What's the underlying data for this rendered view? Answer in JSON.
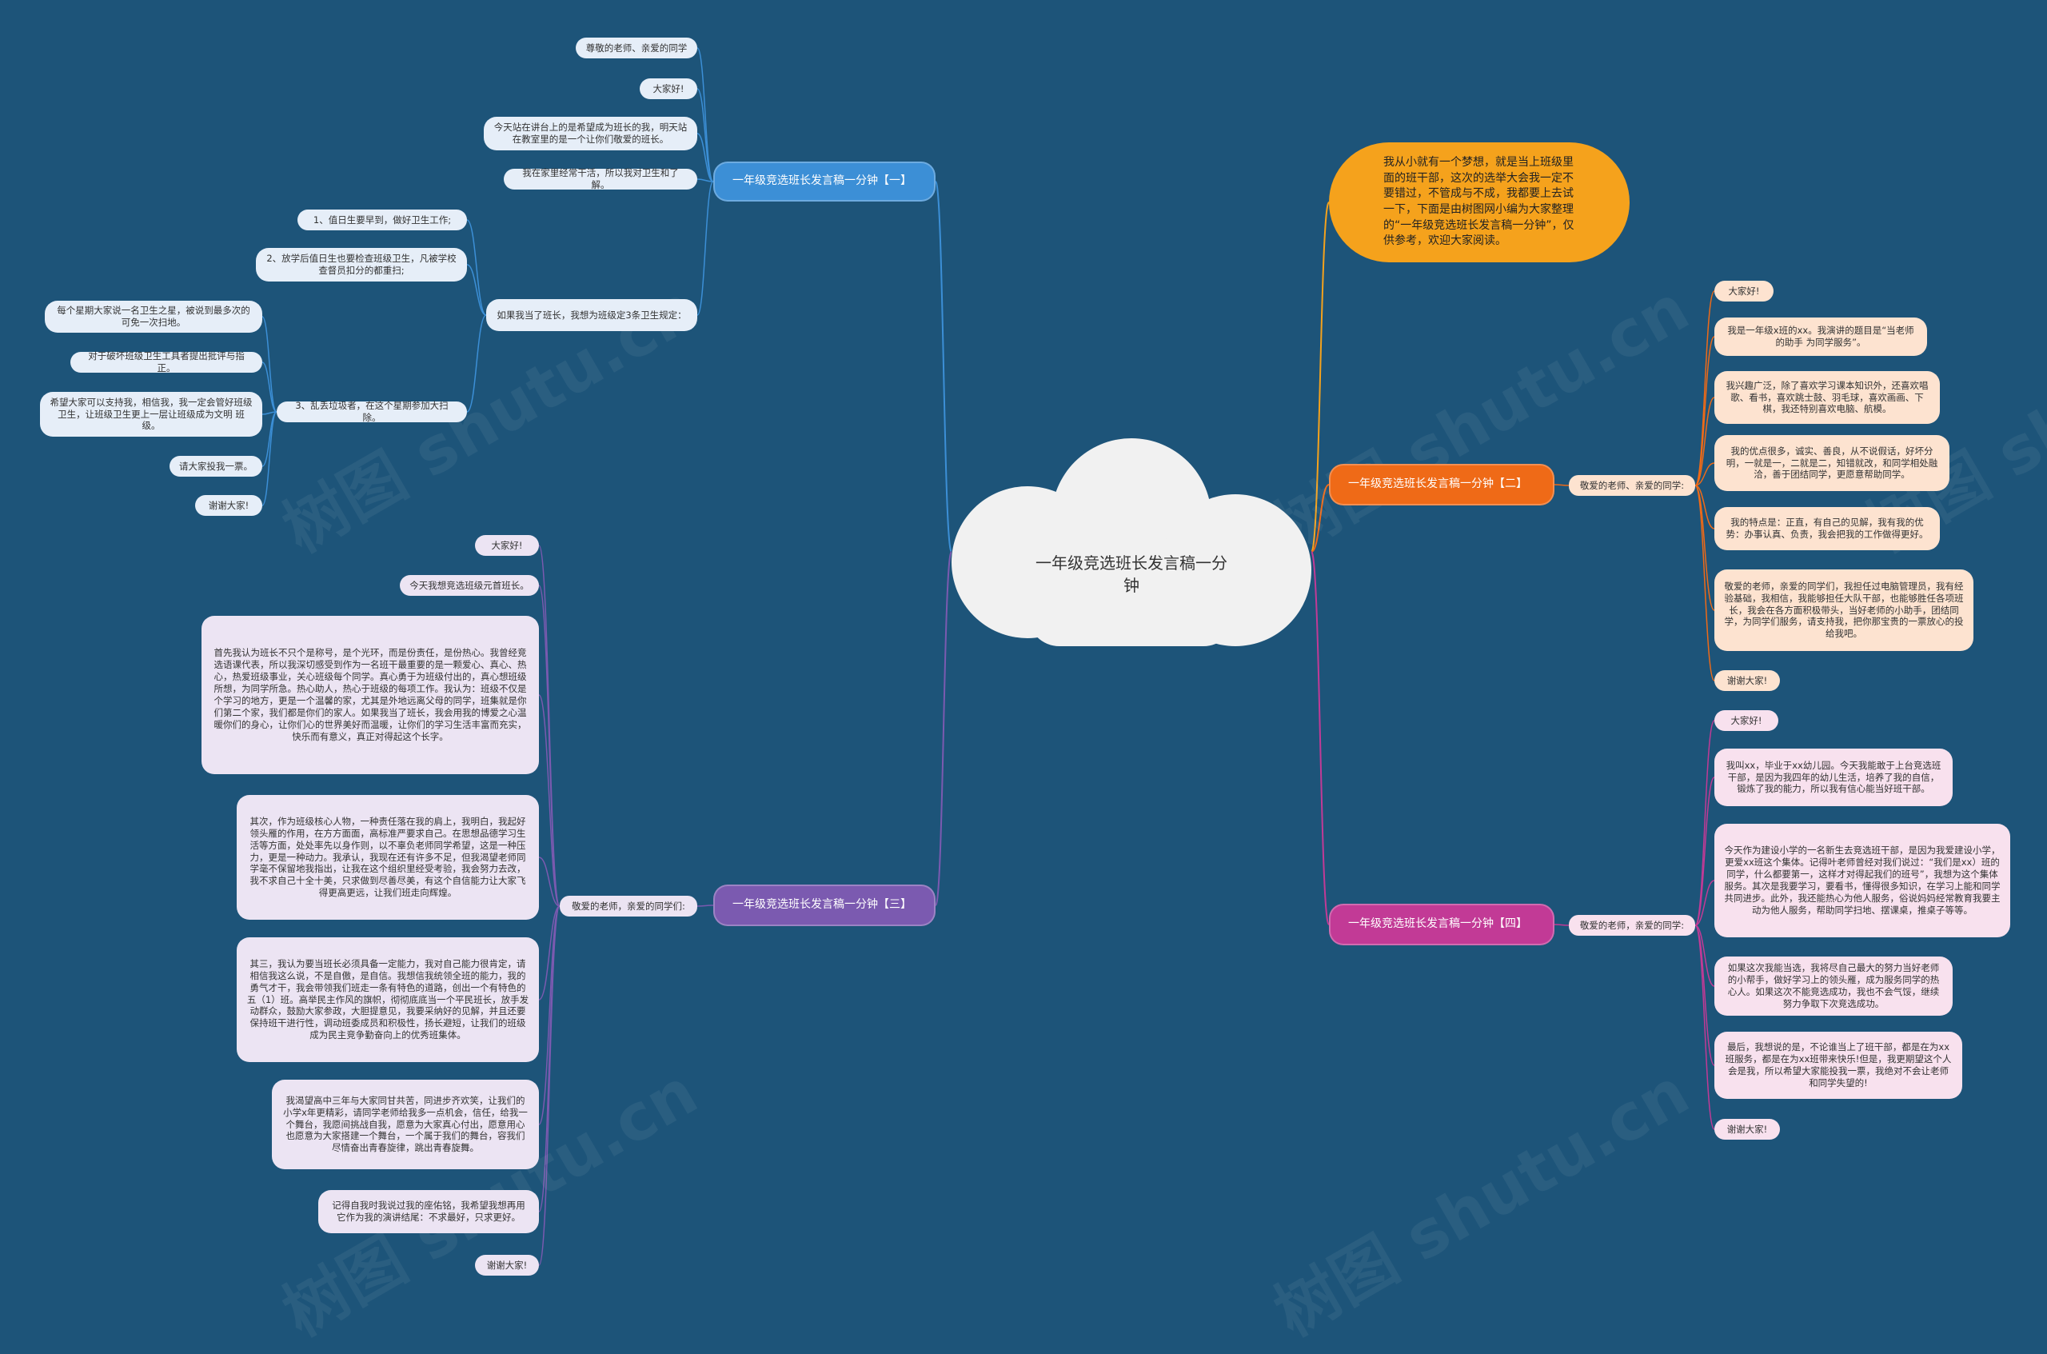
{
  "root": {
    "title": "一年级竞选班长发言稿一分钟"
  },
  "intro": {
    "text": "我从小就有一个梦想，就是当上班级里面的班干部，这次的选举大会我一定不要错过，不管成与不成，我都要上去试一下，下面是由树图网小编为大家整理的“一年级竞选班长发言稿一分钟”，仅供参考，欢迎大家阅读。"
  },
  "branches": {
    "b1": {
      "label": "一年级竞选班长发言稿一分钟【一】",
      "color": "#3c8fd6",
      "items": [
        "尊敬的老师、亲爱的同学",
        "大家好!",
        "今天站在讲台上的是希望成为班长的我，明天站在教室里的是一个让你们敬爱的班长。",
        "我在家里经常干活，所以我对卫生和了解。",
        "如果我当了班长，我想为班级定3条卫生规定：",
        "1、值日生要早到，做好卫生工作;",
        "2、放学后值日生也要检查班级卫生，凡被学校查督员扣分的都重扫;",
        "3、乱丢垃圾者，在这个星期参加大扫除。",
        "每个星期大家说一名卫生之星，被说到最多次的可免一次扫地。",
        "对于破坏班级卫生工具者提出批评与指正。",
        "希望大家可以支持我，相信我，我一定会管好班级卫生，让班级卫生更上一层让班级成为文明 班级。",
        "请大家投我一票。",
        "谢谢大家!"
      ]
    },
    "b2": {
      "label": "一年级竞选班长发言稿一分钟【二】",
      "color": "#ef6a17",
      "mid": "敬爱的老师、亲爱的同学:",
      "items": [
        "大家好!",
        "我是一年级x班的xx。我演讲的题目是“当老师的助手 为同学服务”。",
        "我兴趣广泛，除了喜欢学习课本知识外，还喜欢唱歌、看书，喜欢跳士鼓、羽毛球，喜欢画画、下棋，我还特别喜欢电脑、航模。",
        "我的优点很多，诚实、善良，从不说假话，好坏分明，一就是一，二就是二，知错就改，和同学相处融洽，善于团结同学，更愿意帮助同学。",
        "我的特点是：正直，有自己的见解，我有我的优势：办事认真、负责，我会把我的工作做得更好。",
        "敬爱的老师，亲爱的同学们，我担任过电脑管理员，我有经验基础，我相信，我能够担任大队干部，也能够胜任各项班长，我会在各方面积极带头，当好老师的小助手，团结同学，为同学们服务，请支持我，把你那宝贵的一票放心的投给我吧。",
        "谢谢大家!"
      ]
    },
    "b3": {
      "label": "一年级竞选班长发言稿一分钟【三】",
      "color": "#7b5ab0",
      "mid": "敬爱的老师，亲爱的同学们:",
      "items": [
        "大家好!",
        "今天我想竞选班级元首班长。",
        "首先我认为班长不只个是称号，是个光环，而是份责任，是份热心。我曾经竞选语课代表，所以我深切感受到作为一名班干最重要的是一颗爱心、真心、热心，热爱班级事业，关心班级每个同学。真心勇于为班级付出的，真心想班级所想，为同学所急。热心助人，热心于班级的每项工作。我认为：班级不仅是个学习的地方，更是一个温馨的家，尤其是外地远离父母的同学，班集就是你们第二个家，我们都是你们的家人。如果我当了班长，我会用我的博爱之心温暖你们的身心，让你们心的世界美好而温暖，让你们的学习生活丰富而充实，快乐而有意义，真正对得起这个长字。",
        "其次，作为班级核心人物，一种责任落在我的肩上，我明白，我起好领头雁的作用，在方方面面，高标准严要求自己。在思想品德学习生活等方面，处处率先以身作则，以不辜负老师同学希望，这是一种压力，更是一种动力。我承认，我现在还有许多不足，但我渴望老师同学毫不保留地我指出，让我在这个组织里经受考验，我会努力去改，我不求自己十全十美，只求做到尽善尽美，有这个自信能力让大家飞得更高更远，让我们班走向辉煌。",
        "其三，我认为要当班长必须具备一定能力，我对自己能力很肯定，请相信我这么说，不是自傲，是自信。我想信我统领全班的能力，我的勇气才干，我会带领我们班走一条有特色的道路，创出一个有特色的五（1）班。高举民主作风的旗帜，彻彻底底当一个平民班长，放手发动群众，鼓励大家参政，大胆提意见，我要采纳好的见解，并且还要保持班干进行性，调动班委成员和积极性，扬长避短，让我们的班级成为民主竞争勤奋向上的优秀班集体。",
        "我渴望高中三年与大家同甘共苦，同进步齐欢笑，让我们的小学x年更精彩，请同学老师给我多一点机会，信任，给我一个舞台，我愿间挑战自我，愿意为大家真心付出，愿意用心也愿意为大家搭建一个舞台，一个属于我们的舞台，容我们尽情奋出青春旋律，跳出青春旋舞。",
        "记得自我时我说过我的座佑铭，我希望我想再用它作为我的演讲结尾：不求最好，只求更好。",
        "谢谢大家!"
      ]
    },
    "b4": {
      "label": "一年级竞选班长发言稿一分钟【四】",
      "color": "#c23a96",
      "mid": "敬爱的老师，亲爱的同学:",
      "items": [
        "大家好!",
        "我叫xx，毕业于xx幼儿园。今天我能敢于上台竞选班干部，是因为我四年的幼儿生活，培养了我的自信，锻炼了我的能力，所以我有信心能当好班干部。",
        "今天作为建设小学的一名新生去竞选班干部，是因为我爱建设小学，更爱xx班这个集体。记得叶老师曾经对我们说过：“我们是xx）班的同学，什么都要第一，这样才对得起我们的班号”，我想为这个集体服务。其次是我要学习，要看书，懂得很多知识，在学习上能和同学共同进步。此外，我还能热心为他人服务，俗说妈妈经常教育我要主动为他人服务，帮助同学扫地、摆课桌，推桌子等等。",
        "如果这次我能当选，我将尽自己最大的努力当好老师的小帮手，做好学习上的领头雁，成为服务同学的热心人。如果这次不能竞选成功，我也不会气馁，继续努力争取下次竞选成功。",
        "最后，我想说的是，不论谁当上了班干部，都是在为xx班服务，都是在为xx班带来快乐!但是，我更期望这个人会是我，所以希望大家能投我一票，我绝对不会让老师和同学失望的!",
        "谢谢大家!"
      ]
    }
  },
  "watermarks": [
    "树图 shutu.cn",
    "树图 shutu.cn",
    "树图 shutu.cn",
    "树图 shutu.cn",
    "树图 shutu.cn"
  ]
}
